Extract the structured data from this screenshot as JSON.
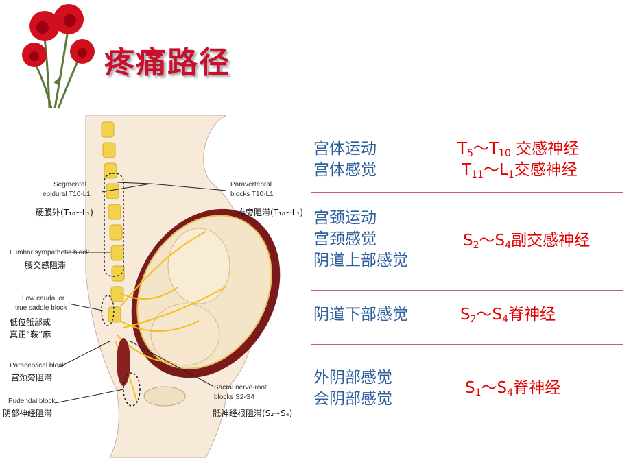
{
  "title": "疼痛路径",
  "diagram": {
    "labels": {
      "segmental_en_1": "Segmental",
      "segmental_en_2": "epidural T10-L1",
      "segmental_cn": "硬膜外",
      "segmental_range": "(T₁₀~L₁)",
      "lumbar_en": "Lumbar sympathetic block",
      "lumbar_cn": "腰交感阻滞",
      "caudal_en_1": "Low caudal or",
      "caudal_en_2": "true saddle block",
      "caudal_cn_1": "低位骶部或",
      "caudal_cn_2": "真正“鞍”麻",
      "paracervical_en": "Paracervical block",
      "paracervical_cn": "宫颈旁阻滞",
      "pudendal_en": "Pudendal block",
      "pudendal_cn": "阴部神经阻滞",
      "paravert_en_1": "Paravertebral",
      "paravert_en_2": "blocks T10-L1",
      "paravert_cn": "椎旁阻滞",
      "paravert_range": "(T₁₀~L₁)",
      "sacral_en_1": "Sacral nerve-root",
      "sacral_en_2": "blocks S2-S4",
      "sacral_cn": "骶神经根阻滞",
      "sacral_range": "(S₂~S₄)"
    }
  },
  "table": {
    "rows": [
      {
        "left": [
          "宫体运动",
          "宫体感觉"
        ],
        "right": [
          {
            "a": "T",
            "a_sub": "5",
            "sep": "～",
            "b": "T",
            "b_sub": "10",
            "tail": " 交感神经"
          },
          {
            "a": "T",
            "a_sub": "11",
            "sep": "～",
            "b": "L",
            "b_sub": "1",
            "tail": "交感神经"
          }
        ]
      },
      {
        "left": [
          "宫颈运动",
          "宫颈感觉",
          "阴道上部感觉"
        ],
        "right": [
          {
            "a": "S",
            "a_sub": "2",
            "sep": "～",
            "b": "S",
            "b_sub": "4",
            "tail": "副交感神经"
          }
        ]
      },
      {
        "left": [
          "阴道下部感觉"
        ],
        "right": [
          {
            "a": "S",
            "a_sub": "2",
            "sep": "～",
            "b": "S",
            "b_sub": "4",
            "tail": "脊神经"
          }
        ]
      },
      {
        "left": [
          "外阴部感觉",
          "会阴部感觉"
        ],
        "right": [
          {
            "a": "S",
            "a_sub": "1",
            "sep": "～",
            "b": "S",
            "b_sub": "4",
            "tail": "脊神经"
          }
        ]
      }
    ]
  },
  "colors": {
    "title": "#c8102e",
    "left_text": "#2e5f9e",
    "right_text": "#e00000",
    "row_line": "#c06070"
  }
}
